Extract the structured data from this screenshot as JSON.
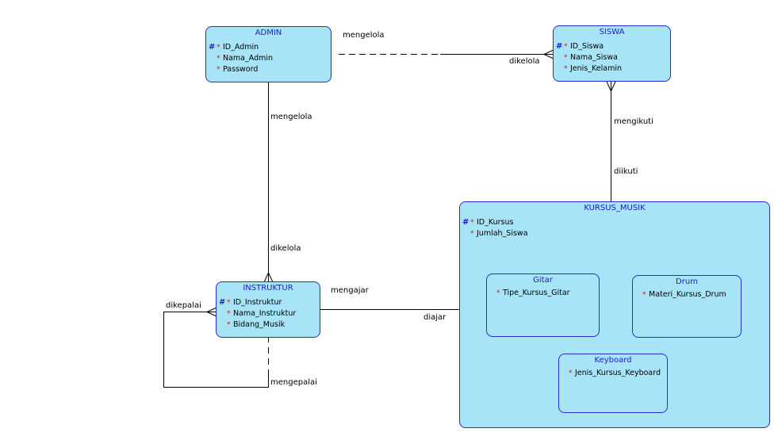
{
  "entities": {
    "admin": {
      "title": "ADMIN",
      "attributes": [
        {
          "pk": "#",
          "star": "*",
          "name": "ID_Admin"
        },
        {
          "pk": "",
          "star": "*",
          "name": "Nama_Admin"
        },
        {
          "pk": "",
          "star": "*",
          "name": "Password"
        }
      ]
    },
    "siswa": {
      "title": "SISWA",
      "attributes": [
        {
          "pk": "#",
          "star": "*",
          "name": "ID_Siswa"
        },
        {
          "pk": "",
          "star": "*",
          "name": "Nama_Siswa"
        },
        {
          "pk": "",
          "star": "*",
          "name": "Jenis_Kelamin"
        }
      ]
    },
    "instruktur": {
      "title": "INSTRUKTUR",
      "attributes": [
        {
          "pk": "#",
          "star": "*",
          "name": "ID_Instruktur"
        },
        {
          "pk": "",
          "star": "*",
          "name": "Nama_Instruktur"
        },
        {
          "pk": "",
          "star": "*",
          "name": "Bidang_Musik"
        }
      ]
    },
    "kursus_musik": {
      "title": "KURSUS_MUSIK",
      "attributes": [
        {
          "pk": "#",
          "star": "*",
          "name": "ID_Kursus"
        },
        {
          "pk": "",
          "star": "*",
          "name": "Jumlah_Siswa"
        }
      ]
    },
    "gitar": {
      "title": "Gitar",
      "attributes": [
        {
          "pk": "",
          "star": "*",
          "name": "Tipe_Kursus_Gitar"
        }
      ]
    },
    "drum": {
      "title": "Drum",
      "attributes": [
        {
          "pk": "",
          "star": "*",
          "name": "Materi_Kursus_Drum"
        }
      ]
    },
    "keyboard": {
      "title": "Keyboard",
      "attributes": [
        {
          "pk": "",
          "star": "*",
          "name": "Jenis_Kursus_Keyboard"
        }
      ]
    }
  },
  "relationships": {
    "admin_siswa": {
      "from_label": "mengelola",
      "to_label": "dikelola"
    },
    "admin_instruktur": {
      "from_label": "mengelola",
      "to_label": "dikelola"
    },
    "siswa_kursus": {
      "from_label": "mengikuti",
      "to_label": "diikuti"
    },
    "instruktur_kursus": {
      "from_label": "mengajar",
      "to_label": "diajar"
    },
    "instruktur_self": {
      "from_label": "dikepalai",
      "to_label": "mengepalai"
    }
  },
  "colors": {
    "entity_fill": "#a8e4f8",
    "entity_border": "#2a2ad0",
    "title": "#1a1acd",
    "star": "#e01010"
  }
}
